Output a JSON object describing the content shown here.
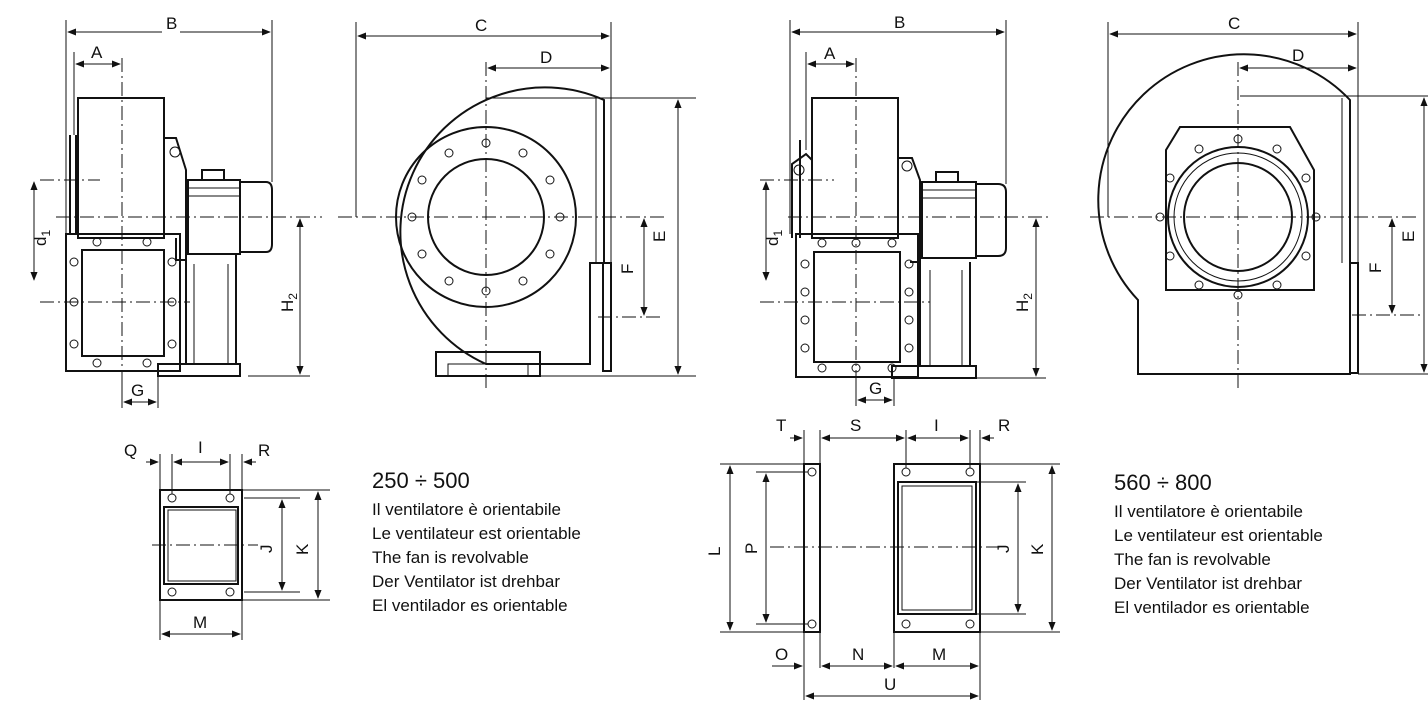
{
  "labels": {
    "A": "A",
    "B": "B",
    "C": "C",
    "D": "D",
    "E": "E",
    "F": "F",
    "G": "G",
    "I": "I",
    "J": "J",
    "K": "K",
    "L": "L",
    "M": "M",
    "N": "N",
    "O": "O",
    "P": "P",
    "Q": "Q",
    "R": "R",
    "S": "S",
    "T": "T",
    "U": "U",
    "d1_main": "d",
    "d1_sub": "1",
    "H2_main": "H",
    "H2_sub": "2"
  },
  "notes": [
    {
      "range": "250 ÷ 500",
      "lines": [
        "Il ventilatore è orientabile",
        "Le ventilateur est orientable",
        "The fan is revolvable",
        "Der Ventilator ist drehbar",
        "El ventilador es orientable"
      ]
    },
    {
      "range": "560 ÷ 800",
      "lines": [
        "Il ventilatore è orientabile",
        "Le ventilateur est orientable",
        "The fan is revolvable",
        "Der Ventilator ist drehbar",
        "El ventilador es orientable"
      ]
    }
  ]
}
